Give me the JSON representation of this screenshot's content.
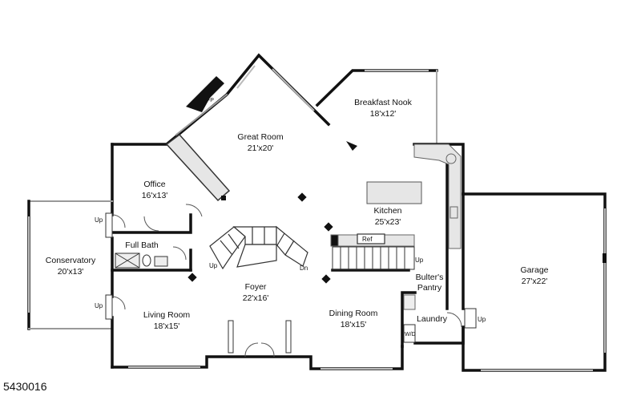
{
  "rooms": {
    "great_room": {
      "name": "Great Room",
      "size": "21'x20'"
    },
    "breakfast_nook": {
      "name": "Breakfast Nook",
      "size": "18'x12'"
    },
    "office": {
      "name": "Office",
      "size": "16'x13'"
    },
    "kitchen": {
      "name": "Kitchen",
      "size": "25'x23'"
    },
    "conservatory": {
      "name": "Conservatory",
      "size": "20'x13'"
    },
    "full_bath": {
      "name": "Full Bath"
    },
    "foyer": {
      "name": "Foyer",
      "size": "22'x16'"
    },
    "living_room": {
      "name": "Living Room",
      "size": "18'x15'"
    },
    "dining_room": {
      "name": "Dining Room",
      "size": "18'x15'"
    },
    "butlers_pantry": {
      "line1": "Bulter's",
      "line2": "Pantry"
    },
    "laundry": {
      "name": "Laundry"
    },
    "garage": {
      "name": "Garage",
      "size": "27'x22'"
    }
  },
  "fixtures": {
    "fireplace": "FP",
    "refrigerator": "Ref",
    "washer_dryer": "W/D"
  },
  "stairs": {
    "up": "Up",
    "down": "Dn"
  },
  "listing_id": "5430016"
}
